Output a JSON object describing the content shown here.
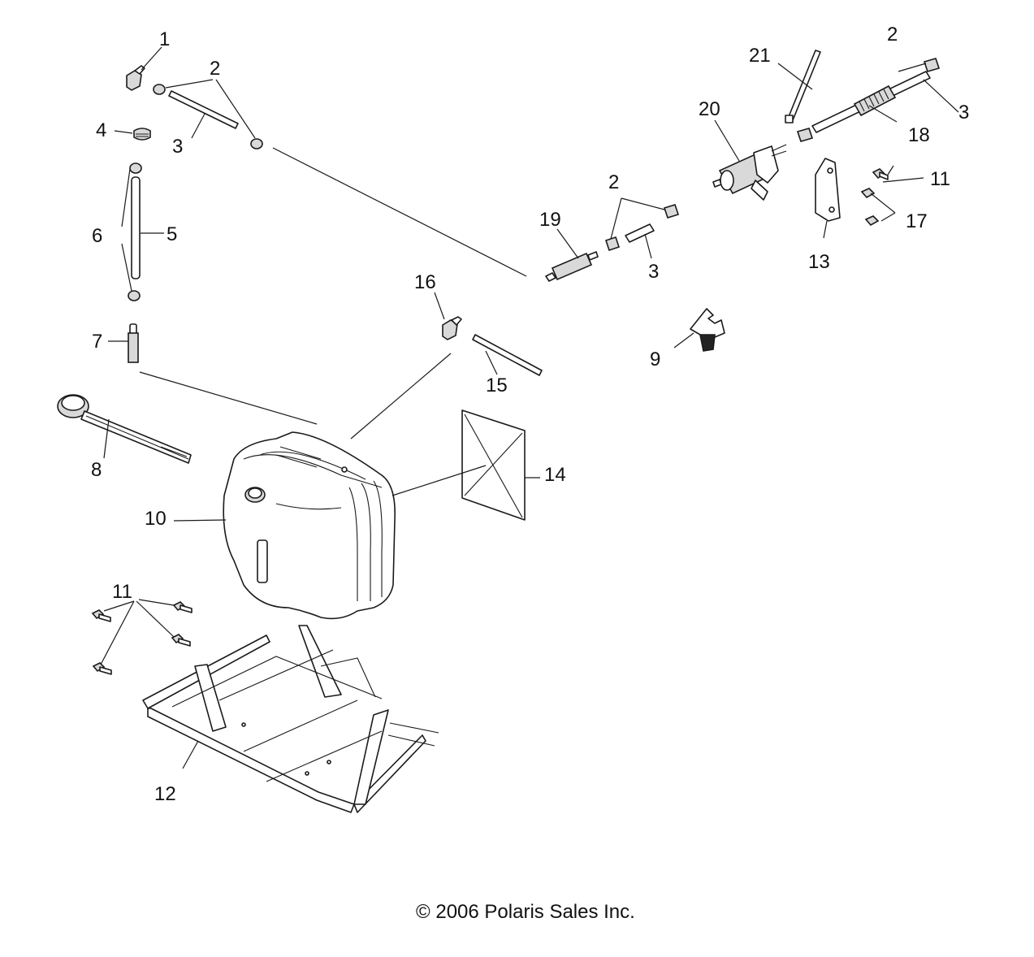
{
  "callouts": {
    "c1": "1",
    "c2a": "2",
    "c2b": "2",
    "c2c": "2",
    "c3a": "3",
    "c3b": "3",
    "c3c": "3",
    "c4": "4",
    "c5": "5",
    "c6": "6",
    "c7": "7",
    "c8": "8",
    "c9": "9",
    "c10": "10",
    "c11a": "11",
    "c11b": "11",
    "c12": "12",
    "c13": "13",
    "c14": "14",
    "c15": "15",
    "c16": "16",
    "c17": "17",
    "c18": "18",
    "c19": "19",
    "c20": "20",
    "c21": "21"
  },
  "copyright": "© 2006 Polaris Sales Inc."
}
